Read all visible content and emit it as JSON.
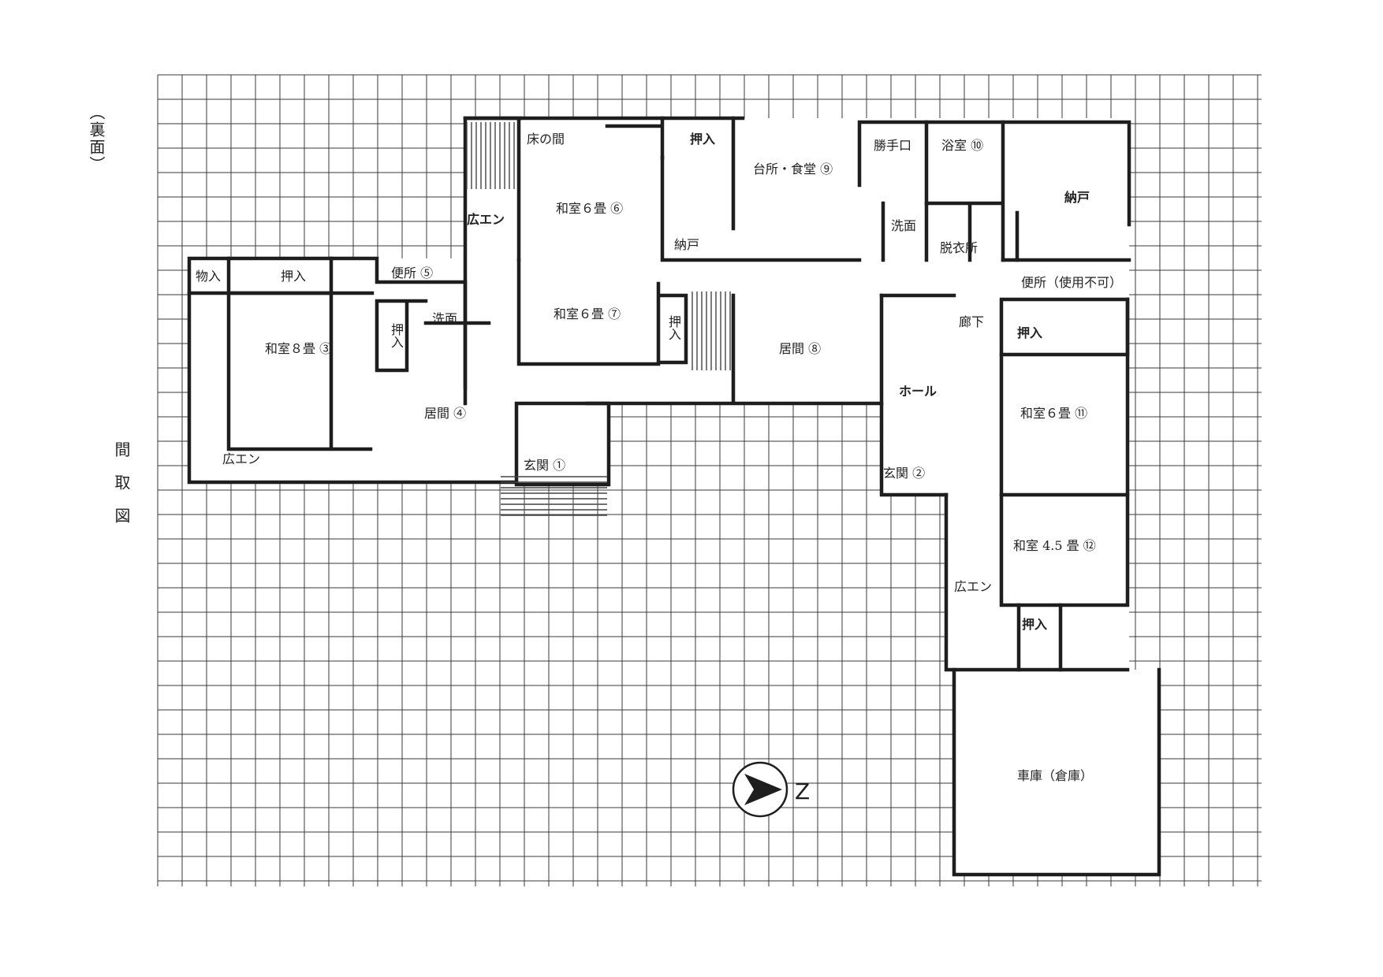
{
  "page": {
    "side_label": "（裏面）",
    "title": "間取図"
  },
  "rooms": {
    "r_tokonoma": "床の間",
    "r_oshiire_top": "押入",
    "r_kitchen": "台所・食堂 ⑨",
    "r_katteguchi": "勝手口",
    "r_bath": "浴室 ⑩",
    "r_nando_right": "納戸",
    "r_hiroen_top": "広エン",
    "r_washitsu6_6": "和室６畳 ⑥",
    "r_nando": "納戸",
    "r_senmen_right": "洗面",
    "r_datsuijo": "脱衣所",
    "r_monoire": "物入",
    "r_oshiire_left": "押入",
    "r_toilet5": "便所 ⑤",
    "r_toilet_unusable": "便所（使用不可）",
    "r_washitsu6_7": "和室６畳 ⑦",
    "r_oshiire_mid": "押入",
    "r_senmen_left": "洗面",
    "r_rouka": "廊下",
    "r_washitsu8": "和室８畳 ③",
    "r_oshiire_small": "押入",
    "r_ima8": "居間 ⑧",
    "r_oshiire_right": "押入",
    "r_hall": "ホール",
    "r_ima4": "居間 ④",
    "r_washitsu6_11": "和室６畳 ⑪",
    "r_hiroen_left": "広エン",
    "r_genkan1": "玄関 ①",
    "r_genkan2": "玄関 ②",
    "r_washitsu45": "和室 4.5 畳 ⑫",
    "r_hiroen_right": "広エン",
    "r_oshiire_bottom": "押入",
    "r_garage": "車庫（倉庫）"
  },
  "compass": {
    "letter": "Z"
  },
  "colors": {
    "grid": "#3a3a3a",
    "wall": "#1e1e1e",
    "ink": "#222222"
  }
}
